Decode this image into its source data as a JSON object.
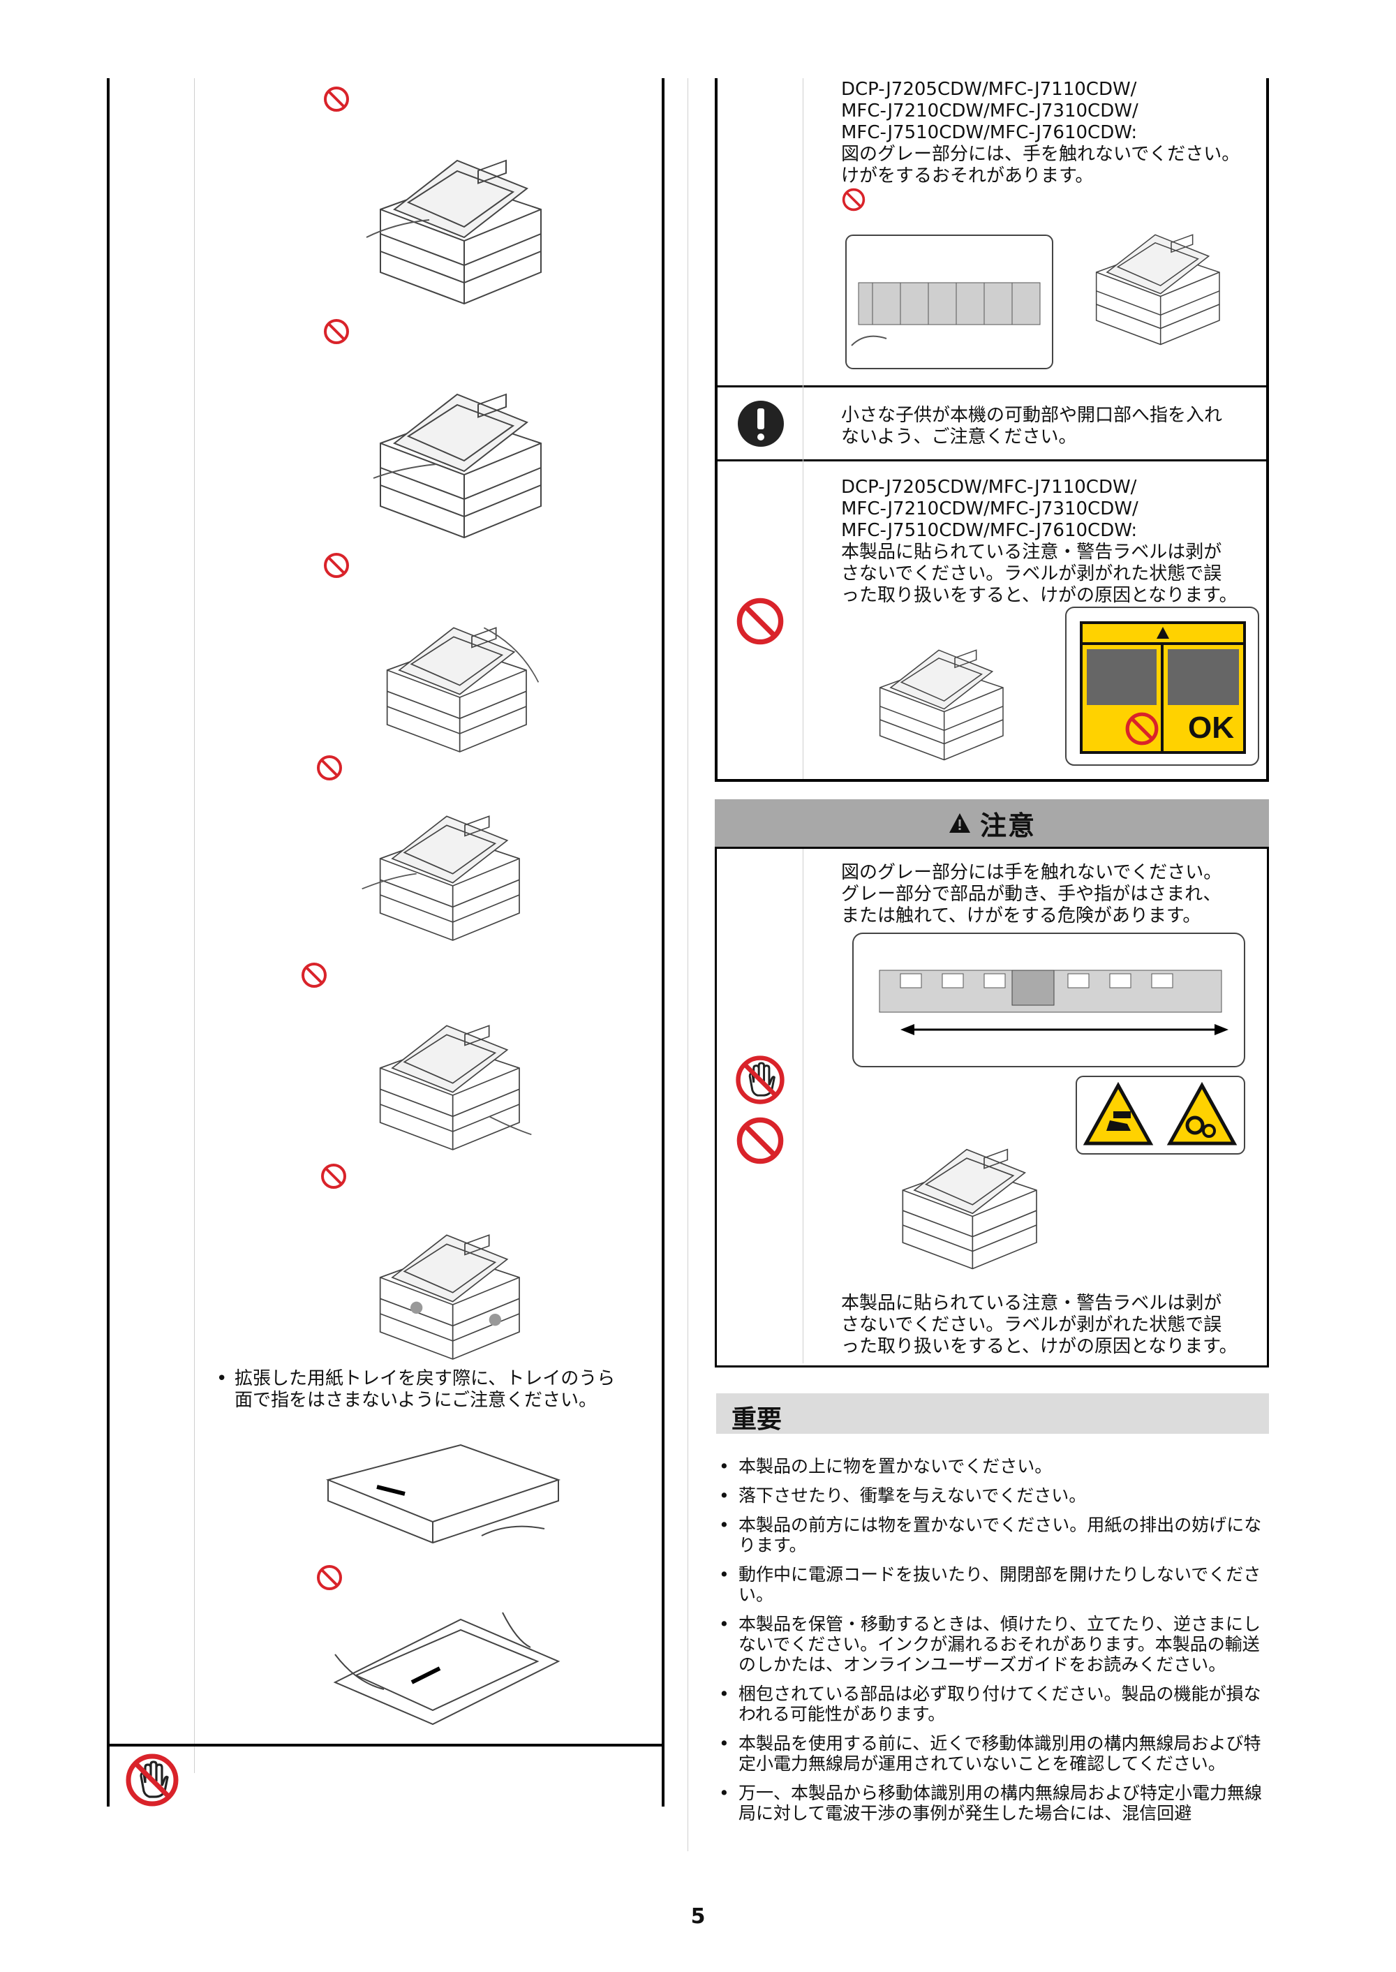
{
  "left_column": {
    "tray_note": "拡張した用紙トレイを戻す際に、トレイのうら\n面で指をはさまないようにご注意ください。"
  },
  "right_column": {
    "warning_rows": [
      {
        "text": "DCP-J7205CDW/MFC-J7110CDW/\nMFC-J7210CDW/MFC-J7310CDW/\nMFC-J7510CDW/MFC-J7610CDW:\n図のグレー部分には、手を触れないでください。\nけがをするおそれがあります。"
      },
      {
        "text": "小さな子供が本機の可動部や開口部へ指を入れ\nないよう、ご注意ください。"
      },
      {
        "text": "DCP-J7205CDW/MFC-J7110CDW/\nMFC-J7210CDW/MFC-J7310CDW/\nMFC-J7510CDW/MFC-J7610CDW:\n本製品に貼られている注意・警告ラベルは剥が\nさないでください。ラベルが剥がれた状態で誤\nった取り扱いをすると、けがの原因となります。"
      }
    ],
    "label_ok": "OK",
    "caution": {
      "title": "注意",
      "text1": "図のグレー部分には手を触れないでください。\nグレー部分で部品が動き、手や指がはさまれ、\nまたは触れて、けがをする危険があります。",
      "text2": "本製品に貼られている注意・警告ラベルは剥が\nさないでください。ラベルが剥がれた状態で誤\nった取り扱いをすると、けがの原因となります。"
    },
    "important": {
      "title": "重要",
      "items": [
        "本製品の上に物を置かないでください。",
        "落下させたり、衝撃を与えないでください。",
        "本製品の前方には物を置かないでください。用紙の排出の妨げになります。",
        "動作中に電源コードを抜いたり、開閉部を開けたりしないでください。",
        "本製品を保管・移動するときは、傾けたり、立てたり、逆さまにしないでください。インクが漏れるおそれがあります。本製品の輸送のしかたは、オンラインユーザーズガイドをお読みください。",
        "梱包されている部品は必ず取り付けてください。製品の機能が損なわれる可能性があります。",
        "本製品を使用する前に、近くで移動体識別用の構内無線局および特定小電力無線局が運用されていないことを確認してください。",
        "万一、本製品から移動体識別用の構内無線局および特定小電力無線局に対して電波干渉の事例が発生した場合には、混信回避"
      ]
    }
  },
  "page_number": "5",
  "colors": {
    "prohibit_red": "#d9232a",
    "caution_gray": "#a8a8a8",
    "important_gray": "#dcdcdc",
    "label_yellow": "#ffd200"
  },
  "icons": [
    "prohibition-icon",
    "mandatory-exclamation-icon",
    "do-not-touch-hand-icon",
    "hand-crush-warning-icon",
    "gears-warning-icon",
    "warning-triangle-icon"
  ]
}
